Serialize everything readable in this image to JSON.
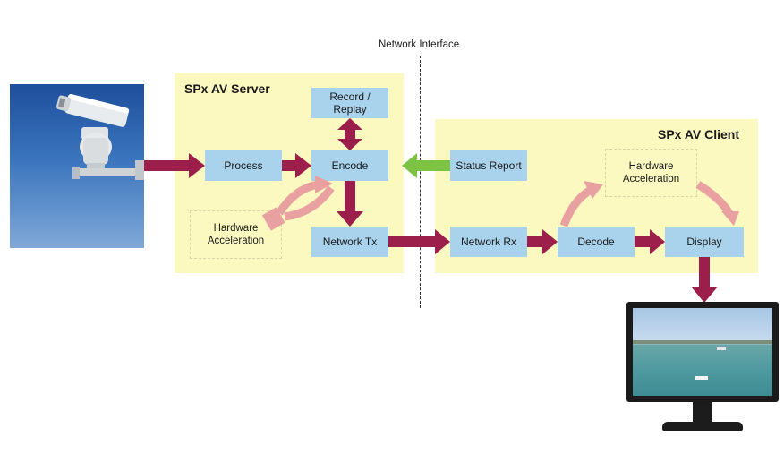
{
  "network_interface_label": "Network Interface",
  "server": {
    "title": "SPx AV Server",
    "record_replay": [
      "Record /",
      "Replay"
    ],
    "process": "Process",
    "encode": "Encode",
    "network_tx": "Network Tx",
    "hardware": [
      "Hardware",
      "Acceleration"
    ]
  },
  "client": {
    "title": "SPx AV Client",
    "status_report": "Status Report",
    "network_rx": "Network Rx",
    "decode": "Decode",
    "display": "Display",
    "hardware": [
      "Hardware",
      "Acceleration"
    ]
  },
  "colors": {
    "panel": "#fbf8c0",
    "box": "#a9d2ec",
    "data_arrow": "#9b1f4a",
    "status_arrow": "#7cc243",
    "hw_arrow": "#e8a0a0"
  },
  "images": [
    "camera-image",
    "monitor-image"
  ]
}
